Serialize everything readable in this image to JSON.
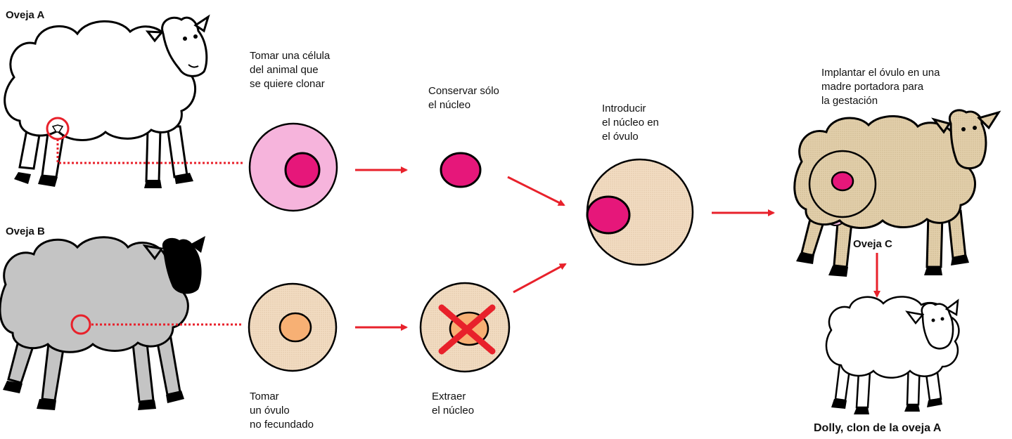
{
  "sheep": {
    "a_label": "Oveja A",
    "b_label": "Oveja B",
    "c_label": "Oveja C",
    "dolly_label": "Dolly, clon de la oveja A"
  },
  "steps": {
    "take_cell": "Tomar una célula\ndel animal que\nse quiere clonar",
    "keep_nucleus": "Conservar sólo\nel núcleo",
    "introduce": "Introducir\nel núcleo en\nel óvulo",
    "implant": "Implantar el óvulo en una\nmadre portadora para\nla gestación",
    "take_ovum": "Tomar\nun óvulo\nno fecundado",
    "extract": "Extraer\nel núcleo"
  },
  "colors": {
    "arrow": "#e8212b",
    "nucleus_pink": "#e6177a",
    "cell_pink": "#f6b4dc",
    "ovum_beige": "#f2dcc2",
    "ovum_nucleus": "#f7b074",
    "sheep_b": "#c4c4c4",
    "sheep_c": "#e2cfab",
    "udder": "#f1b8de"
  }
}
